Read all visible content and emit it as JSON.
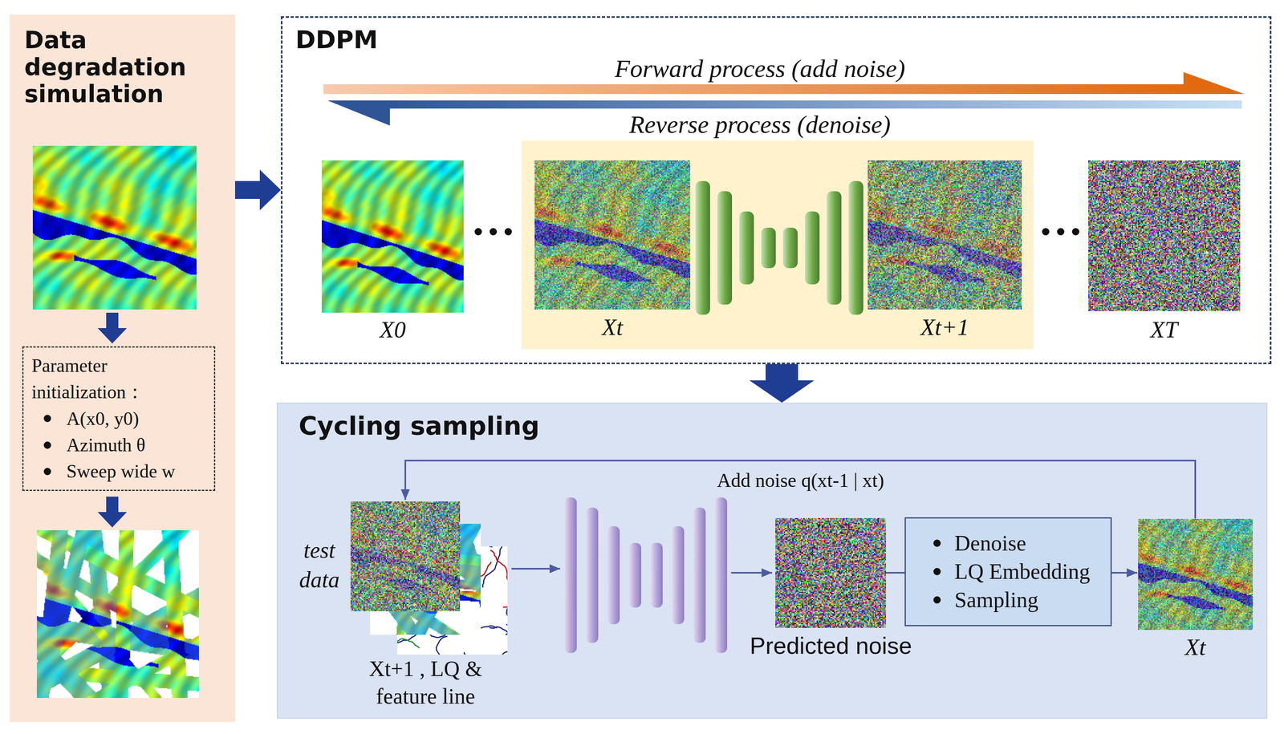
{
  "diagram": {
    "nodes": [
      {
        "text": [
          "Data degradation simulation"
        ]
      },
      {
        "text": [
          "Parameter initialization：",
          "A(x0, y0)",
          "Azimuth θ",
          "Sweep wide w"
        ],
        "in": 0
      },
      {
        "text": [
          "DDPM"
        ]
      },
      {
        "text": [
          "Cycling sampling"
        ]
      },
      {
        "text": [
          "Denoise",
          "LQ Embedding",
          "Sampling"
        ],
        "in": 3
      }
    ],
    "edges": [
      {
        "from": 0,
        "to": 2,
        "arrow": "to"
      },
      {
        "from": 2,
        "to": 3,
        "arrow": "to"
      }
    ],
    "labels": [
      "Forward process (add noise)",
      "Reverse process (denoise)",
      "X0",
      "Xt",
      "Xt+1",
      "XT",
      "Add noise q(xt-1 | xt)",
      "test data",
      "Xt+1 , LQ & feature line",
      "Predicted noise",
      "Xt"
    ]
  }
}
